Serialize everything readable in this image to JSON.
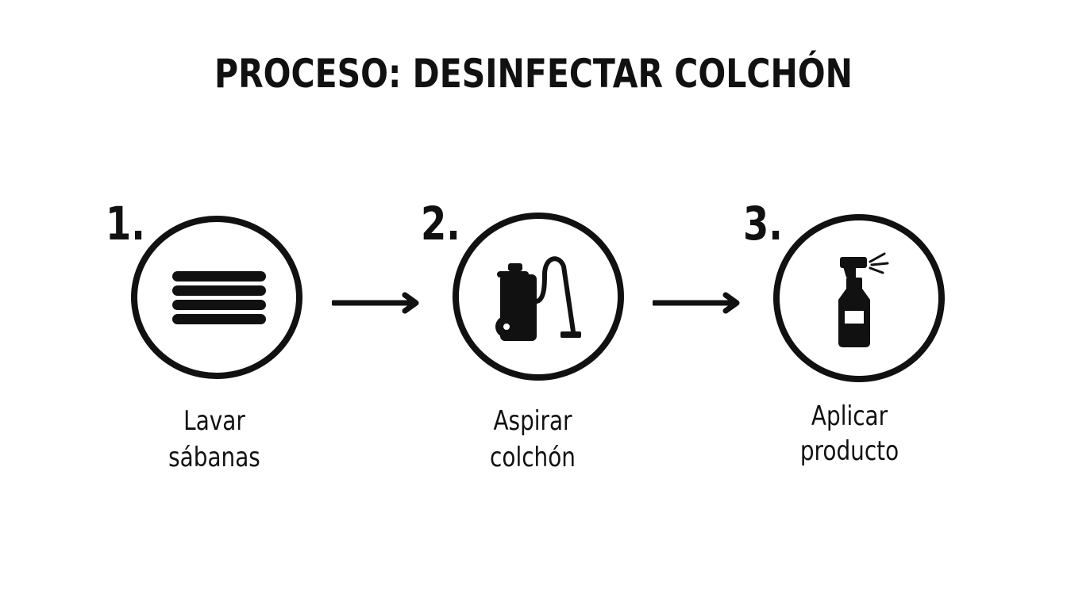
{
  "title": "PROCESO: DESINFECTAR COLCHÓN",
  "steps": [
    {
      "number": "1.",
      "label": "Lavar sábanas",
      "icon": "sheets-icon"
    },
    {
      "number": "2.",
      "label": "Aspirar colchón",
      "icon": "vacuum-cleaner-icon"
    },
    {
      "number": "3.",
      "label_line1": "Aplicar",
      "label_line2": "producto",
      "icon": "spray-bottle-icon"
    }
  ],
  "colors": {
    "ink": "#111111",
    "background": "#ffffff"
  }
}
